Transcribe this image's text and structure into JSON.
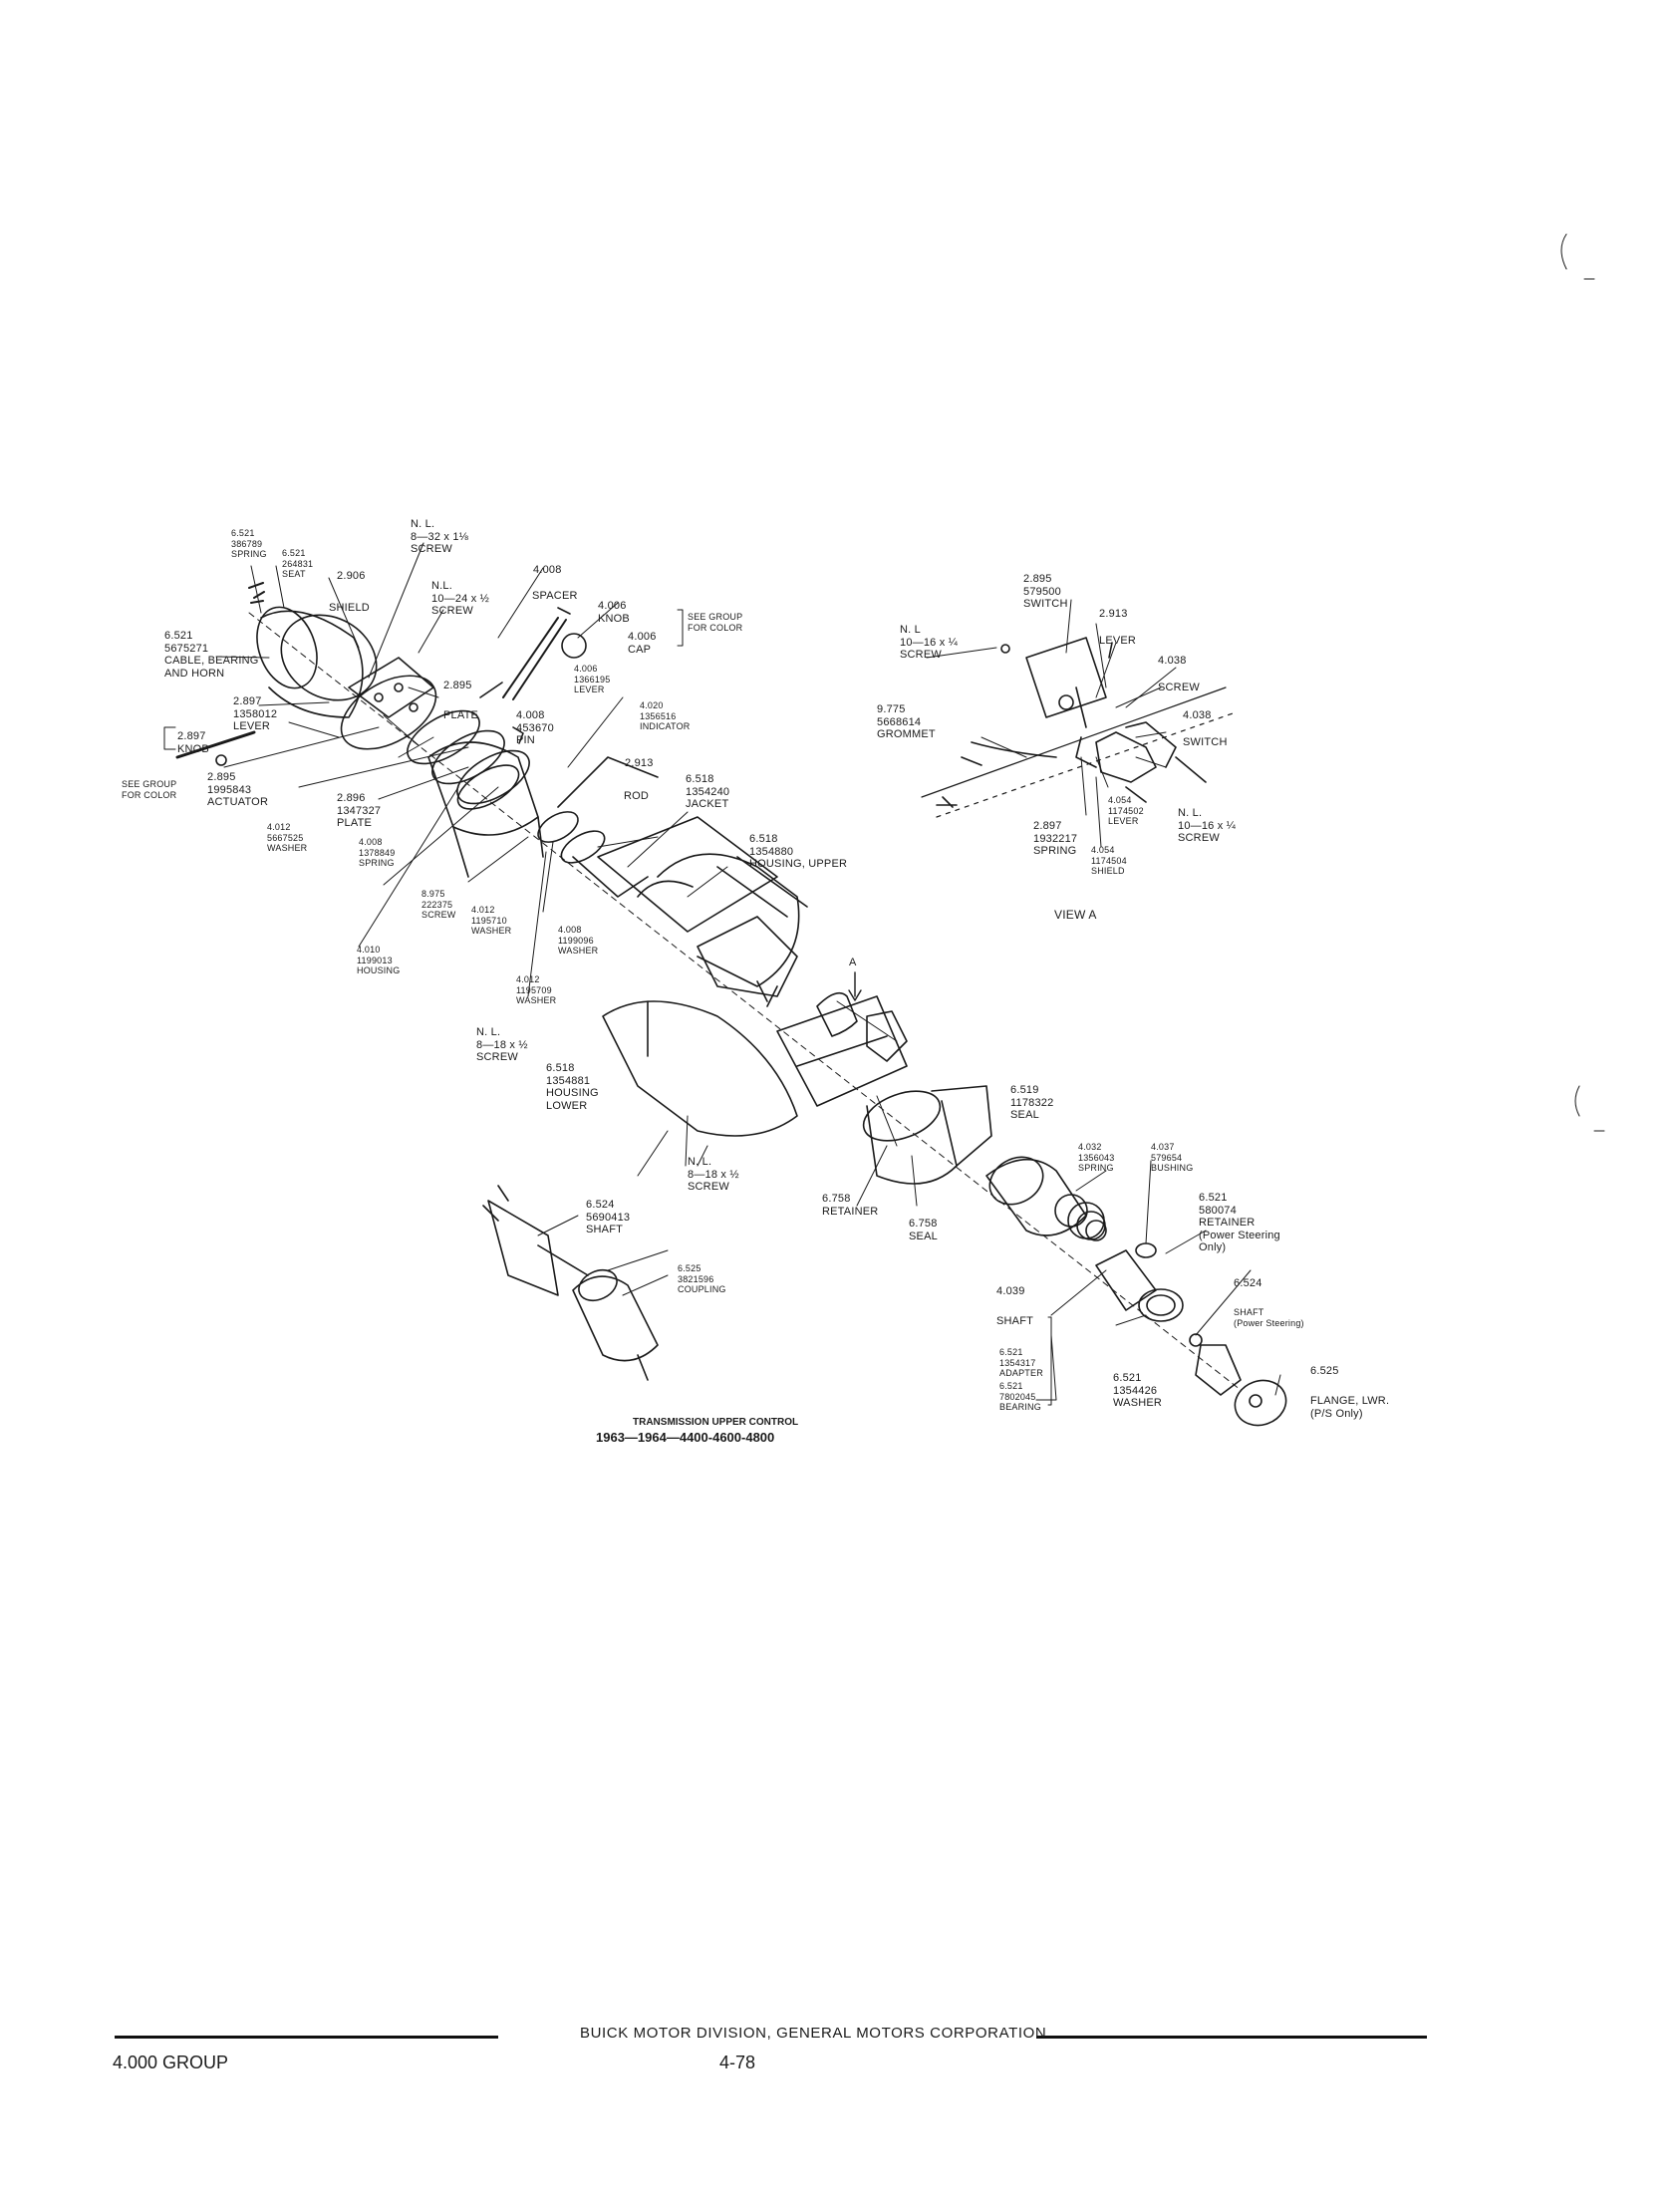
{
  "title": "TRANSMISSION UPPER CONTROL",
  "subtitle": "1963—1964—4400-4600-4800",
  "view_label": "VIEW A",
  "arrow_label": "A",
  "footer": {
    "division": "BUICK MOTOR DIVISION, GENERAL MOTORS CORPORATION",
    "group": "4.000 GROUP",
    "page": "4-78"
  },
  "callouts": [
    {
      "lines": [
        "6.521",
        "386789",
        "SPRING"
      ]
    },
    {
      "lines": [
        "6.521",
        "264831",
        "SEAT"
      ]
    },
    {
      "lines": [
        "2.906"
      ]
    },
    {
      "lines": [
        "SHIELD"
      ]
    },
    {
      "lines": [
        "N. L.",
        "8—32 x 1⅛",
        "SCREW"
      ]
    },
    {
      "lines": [
        "4.008"
      ]
    },
    {
      "lines": [
        "N.L.",
        "10—24 x ½",
        "SCREW"
      ]
    },
    {
      "lines": [
        "SPACER"
      ]
    },
    {
      "lines": [
        "4.006",
        "KNOB"
      ]
    },
    {
      "lines": [
        "SEE GROUP",
        "FOR COLOR"
      ]
    },
    {
      "lines": [
        "4.006",
        "CAP"
      ]
    },
    {
      "lines": [
        "6.521",
        "5675271",
        "CABLE, BEARING",
        "AND HORN"
      ]
    },
    {
      "lines": [
        "4.006",
        "1366195",
        "LEVER"
      ]
    },
    {
      "lines": [
        "2.895"
      ]
    },
    {
      "lines": [
        "2.897",
        "1358012",
        "LEVER"
      ]
    },
    {
      "lines": [
        "PLATE"
      ]
    },
    {
      "lines": [
        "4.020",
        "1356516",
        "INDICATOR"
      ]
    },
    {
      "lines": [
        "4.008",
        "453670",
        "PIN"
      ]
    },
    {
      "lines": [
        "2.897",
        "KNOB"
      ]
    },
    {
      "lines": [
        "SEE GROUP",
        "FOR COLOR"
      ]
    },
    {
      "lines": [
        "2.895",
        "1995843",
        "ACTUATOR"
      ]
    },
    {
      "lines": [
        "2.896",
        "1347327",
        "PLATE"
      ]
    },
    {
      "lines": [
        "2.913"
      ]
    },
    {
      "lines": [
        "6.518",
        "1354240",
        "JACKET"
      ]
    },
    {
      "lines": [
        "ROD"
      ]
    },
    {
      "lines": [
        "4.012",
        "5667525",
        "WASHER"
      ]
    },
    {
      "lines": [
        "4.008",
        "1378849",
        "SPRING"
      ]
    },
    {
      "lines": [
        "6.518",
        "1354880",
        "HOUSING, UPPER"
      ]
    },
    {
      "lines": [
        "8.975",
        "222375",
        "SCREW"
      ]
    },
    {
      "lines": [
        "4.012",
        "1195710",
        "WASHER"
      ]
    },
    {
      "lines": [
        "4.008",
        "1199096",
        "WASHER"
      ]
    },
    {
      "lines": [
        "4.010",
        "1199013",
        "HOUSING"
      ]
    },
    {
      "lines": [
        "4.012",
        "1195709",
        "WASHER"
      ]
    },
    {
      "lines": [
        "N. L.",
        "8—18 x ½",
        "SCREW"
      ]
    },
    {
      "lines": [
        "6.518",
        "1354881",
        "HOUSING",
        "LOWER"
      ]
    },
    {
      "lines": [
        "N. L.",
        "8—18 x ½",
        "SCREW"
      ]
    },
    {
      "lines": [
        "6.519",
        "1178322",
        "SEAL"
      ]
    },
    {
      "lines": [
        "4.032",
        "1356043",
        "SPRING"
      ]
    },
    {
      "lines": [
        "4.037",
        "579654",
        "BUSHING"
      ]
    },
    {
      "lines": [
        "6.758",
        "RETAINER"
      ]
    },
    {
      "lines": [
        "6.758",
        "SEAL"
      ]
    },
    {
      "lines": [
        "6.521",
        "580074",
        "RETAINER",
        "(Power Steering",
        "Only)"
      ]
    },
    {
      "lines": [
        "6.524",
        "5690413",
        "SHAFT"
      ]
    },
    {
      "lines": [
        "6.525",
        "3821596",
        "COUPLING"
      ]
    },
    {
      "lines": [
        "4.039"
      ]
    },
    {
      "lines": [
        "SHAFT"
      ]
    },
    {
      "lines": [
        "6.524"
      ]
    },
    {
      "lines": [
        "SHAFT",
        "(Power Steering)"
      ]
    },
    {
      "lines": [
        "6.521",
        "1354317",
        "ADAPTER"
      ]
    },
    {
      "lines": [
        "6.521",
        "7802045",
        "BEARING"
      ]
    },
    {
      "lines": [
        "6.521",
        "1354426",
        "WASHER"
      ]
    },
    {
      "lines": [
        "6.525"
      ]
    },
    {
      "lines": [
        "FLANGE, LWR.",
        "(P/S Only)"
      ]
    },
    {
      "lines": [
        "2.895",
        "579500",
        "SWITCH"
      ]
    },
    {
      "lines": [
        "2.913"
      ]
    },
    {
      "lines": [
        "N. L",
        "10—16 x ¼",
        "SCREW"
      ]
    },
    {
      "lines": [
        "LEVER"
      ]
    },
    {
      "lines": [
        "4.038"
      ]
    },
    {
      "lines": [
        "SCREW"
      ]
    },
    {
      "lines": [
        "4.038"
      ]
    },
    {
      "lines": [
        "9.775",
        "5668614",
        "GROMMET"
      ]
    },
    {
      "lines": [
        "SWITCH"
      ]
    },
    {
      "lines": [
        "4.054",
        "1174502",
        "LEVER"
      ]
    },
    {
      "lines": [
        "N. L.",
        "10—16 x ¼",
        "SCREW"
      ]
    },
    {
      "lines": [
        "2.897",
        "1932217",
        "SPRING"
      ]
    },
    {
      "lines": [
        "4.054",
        "1174504",
        "SHIELD"
      ]
    }
  ]
}
